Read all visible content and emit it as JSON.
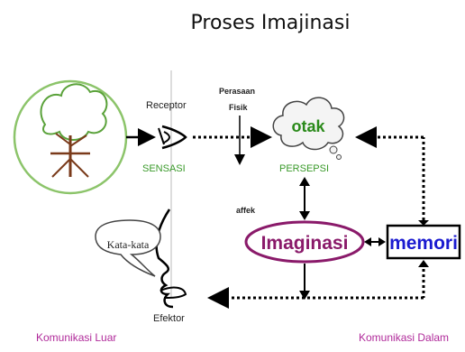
{
  "title": "Proses Imajinasi",
  "labels": {
    "receptor": "Receptor",
    "sensasi": "SENSASI",
    "perasaan": "Perasaan",
    "fisik": "Fisik",
    "otak": "otak",
    "persepsi": "PERSEPSI",
    "affek": "affek",
    "imaginasi": "Imaginasi",
    "memori": "memori",
    "kata_kata": "Kata-kata",
    "efektor": "Efektor",
    "komunikasi_luar": "Komunikasi Luar",
    "komunikasi_dalam": "Komunikasi Dalam"
  },
  "colors": {
    "green": "#3a9a2a",
    "purple": "#8a1a6a",
    "blue": "#1a1ad0",
    "magenta": "#b02a9a"
  }
}
